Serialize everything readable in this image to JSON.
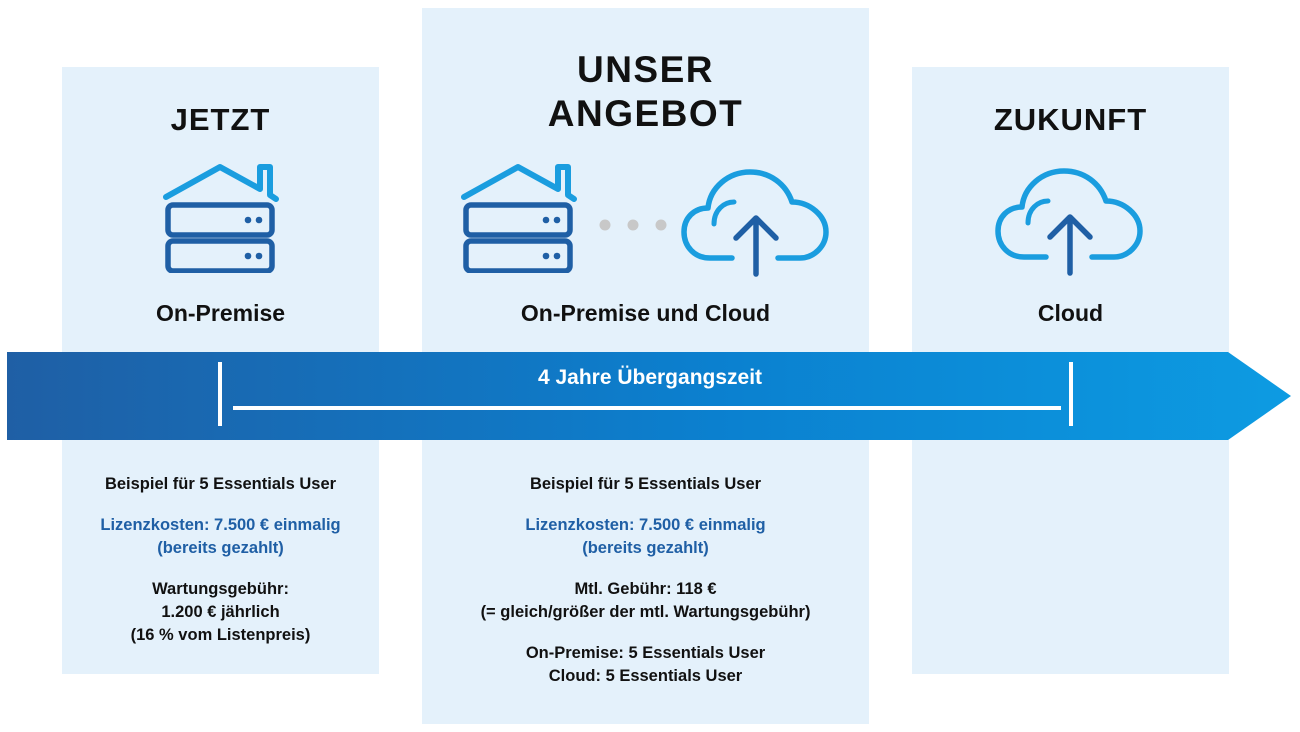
{
  "columns": {
    "now": {
      "heading": "JETZT",
      "sublabel": "On-Premise",
      "icon": "server-house-icon",
      "details": {
        "example": "Beispiel für 5 Essentials User",
        "license_line1": "Lizenzkosten: 7.500 € einmalig",
        "license_line2": "(bereits gezahlt)",
        "maintenance_line1": "Wartungsgebühr:",
        "maintenance_line2": "1.200 € jährlich",
        "maintenance_line3": "(16 % vom Listenpreis)"
      }
    },
    "offer": {
      "heading_line1": "UNSER",
      "heading_line2": "ANGEBOT",
      "sublabel": "On-Premise und Cloud",
      "icons": [
        "server-house-icon",
        "dots-icon",
        "cloud-upload-icon"
      ],
      "details": {
        "example": "Beispiel für 5 Essentials User",
        "license_line1": "Lizenzkosten: 7.500 € einmalig",
        "license_line2": "(bereits gezahlt)",
        "fee_line1": "Mtl. Gebühr: 118 €",
        "fee_line2": "(= gleich/größer der mtl. Wartungsgebühr)",
        "users_line1": "On-Premise: 5 Essentials User",
        "users_line2": "Cloud: 5 Essentials User"
      }
    },
    "future": {
      "heading": "ZUKUNFT",
      "sublabel": "Cloud",
      "icon": "cloud-upload-icon"
    }
  },
  "timeline": {
    "label": "4 Jahre Übergangszeit"
  },
  "colors": {
    "panel_background": "#e4f1fb",
    "arrow_start": "#1f5fa5",
    "arrow_end": "#0d9be2",
    "dark_blue": "#1f5fa5",
    "light_blue": "#1a9ddf",
    "dots": "#c8c8c8"
  }
}
